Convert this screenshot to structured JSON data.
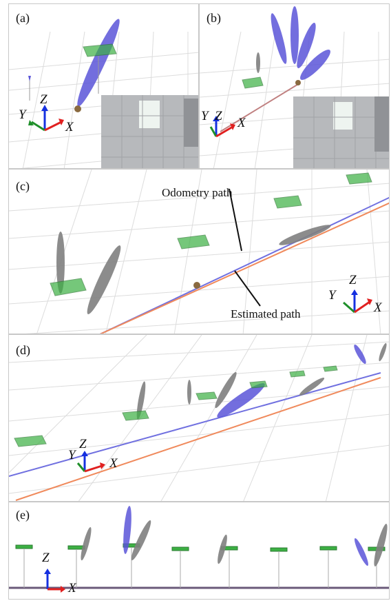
{
  "panels": [
    {
      "id": "a",
      "label": "(a)"
    },
    {
      "id": "b",
      "label": "(b)"
    },
    {
      "id": "c",
      "label": "(c)"
    },
    {
      "id": "d",
      "label": "(d)"
    },
    {
      "id": "e",
      "label": "(e)"
    }
  ],
  "axes": {
    "x": "X",
    "y": "Y",
    "z": "Z"
  },
  "annotations": {
    "odometry": "Odometry path",
    "estimated": "Estimated path"
  },
  "colors": {
    "x_axis": "#e02020",
    "y_axis": "#1f8f2a",
    "z_axis": "#1530e0",
    "plane": "#3cb043",
    "ellipse_active": "#5a55d8",
    "ellipse_inactive": "#808080",
    "odometry_path": "#7070e0",
    "estimated_path": "#f08a5c",
    "grid": "#d9d9d9"
  },
  "icons": [
    "camera-inset-image",
    "coordinate-frame-icon",
    "plane-landmark",
    "uncertainty-ellipse"
  ]
}
